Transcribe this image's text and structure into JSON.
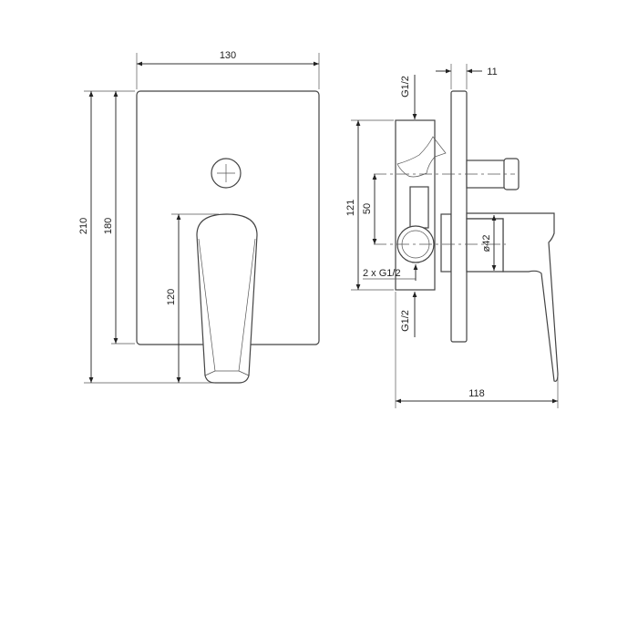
{
  "front_view": {
    "width_label": "130",
    "total_height_label": "210",
    "plate_height_label": "180",
    "handle_height_label": "120"
  },
  "side_view": {
    "plate_thickness_label": "11",
    "top_inlet_label": "G1/2",
    "bottom_outlet_label": "G1/2",
    "side_connections_label": "2 x G1/2",
    "body_height_label": "121",
    "axis_distance_label": "50",
    "escutcheon_diameter_label": "ø42",
    "depth_label": "118"
  }
}
